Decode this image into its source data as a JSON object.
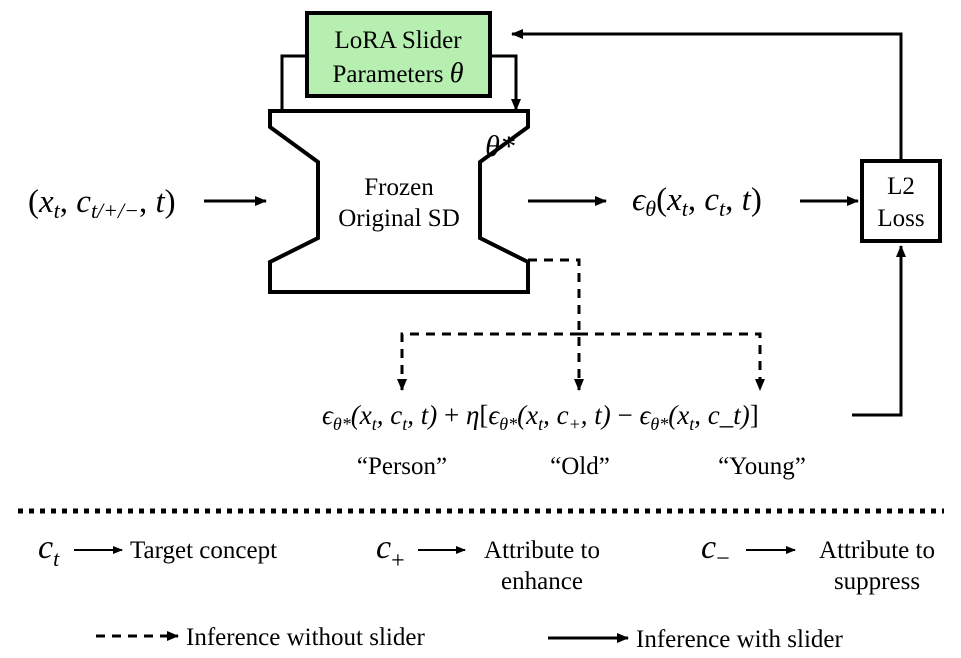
{
  "colors": {
    "lora_fill": "#b7efb0",
    "stroke": "#000000",
    "background": "#ffffff"
  },
  "lora_box": {
    "line1": "LoRA Slider",
    "line2": "Parameters",
    "symbol": "θ"
  },
  "frozen_sd": {
    "line1": "Frozen",
    "line2": "Original SD",
    "theta_star": "θ*"
  },
  "input_expr": {
    "lparen": "(",
    "x": "x",
    "x_sub": "t",
    "comma1": ", ",
    "c": "c",
    "c_sub": "t/+/−",
    "comma2": ", ",
    "t": "t",
    "rparen": ")"
  },
  "output_expr": {
    "eps": "ϵ",
    "eps_sub": "θ",
    "lparen": "(",
    "x": "x",
    "x_sub": "t",
    "comma1": ", ",
    "c": "c",
    "c_sub": "t",
    "comma2": ", ",
    "t": "t",
    "rparen": ")"
  },
  "loss_box": {
    "line1": "L2",
    "line2": "Loss"
  },
  "guidance_expr": {
    "eps1": "ϵ",
    "eps1_sub": "θ*",
    "term1": "(x",
    "term1_xsub": "t",
    "term1_mid": ", c",
    "term1_csub": "t",
    "term1_end": ", t)",
    "plus": " + ",
    "eta": "η",
    "lbracket": "[",
    "eps2": "ϵ",
    "eps2_sub": "θ*",
    "term2": "(x",
    "term2_xsub": "t",
    "term2_mid": ", c",
    "term2_csub": "+",
    "term2_end": ", t)",
    "minus": " − ",
    "eps3": "ϵ",
    "eps3_sub": "θ*",
    "term3": "(x",
    "term3_xsub": "t",
    "term3_mid": ", c_t)",
    "rbracket": "]"
  },
  "prompts": {
    "person": "“Person”",
    "old": "“Old”",
    "young": "“Young”"
  },
  "legend": {
    "ct_symbol": "c",
    "ct_sub": "t",
    "ct_label": "Target concept",
    "cplus_symbol": "c",
    "cplus_sub": "+",
    "cplus_label_line1": "Attribute to",
    "cplus_label_line2": "enhance",
    "cminus_symbol": "c",
    "cminus_sub": "−",
    "cminus_label_line1": "Attribute to",
    "cminus_label_line2": "suppress",
    "dashed_label": "Inference without slider",
    "solid_label": "Inference with slider"
  }
}
